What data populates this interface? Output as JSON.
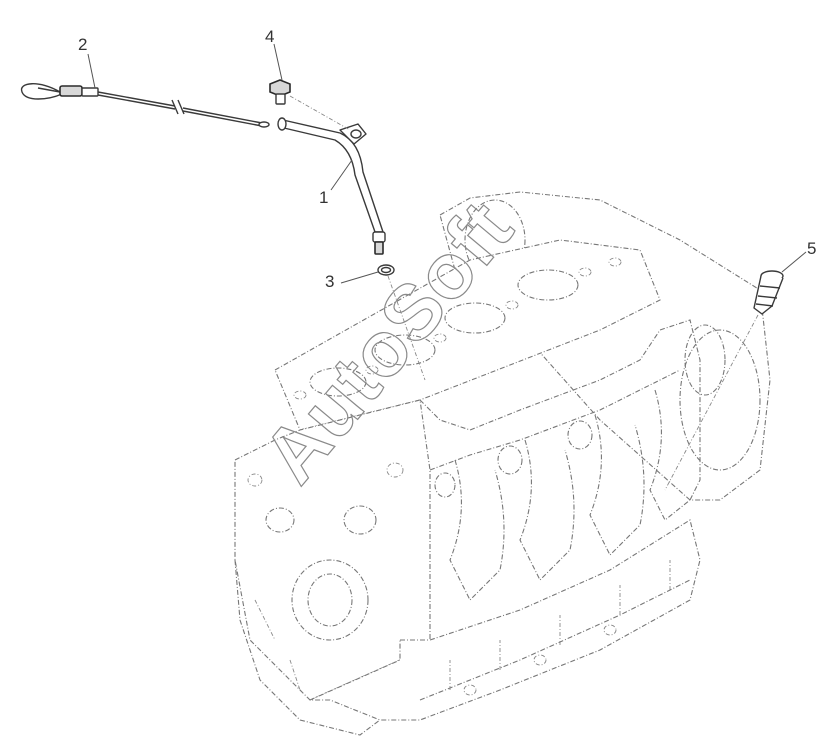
{
  "callouts": [
    {
      "id": "1",
      "label": "1"
    },
    {
      "id": "2",
      "label": "2"
    },
    {
      "id": "3",
      "label": "3"
    },
    {
      "id": "4",
      "label": "4"
    },
    {
      "id": "5",
      "label": "5"
    }
  ],
  "watermark": {
    "text": "AutoSoft"
  }
}
